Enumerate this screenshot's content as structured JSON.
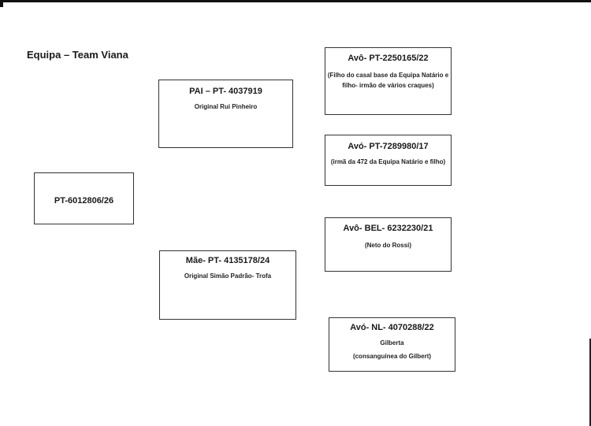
{
  "title": "Equipa – Team Viana",
  "nodes": {
    "subject": {
      "label": "PT-6012806/26"
    },
    "father": {
      "label": "PAI – PT- 4037919",
      "note": "Original Rui Pinheiro"
    },
    "mother": {
      "label": "Mãe- PT- 4135178/24",
      "note": "Original Simão Padrão- Trofa"
    },
    "grandparent_1": {
      "label": "Avô- PT-2250165/22",
      "note": "(Filho do casal base da Equipa Natário e filho- irmão de vários craques)"
    },
    "grandparent_2": {
      "label": "Avó- PT-7289980/17",
      "note": "(irmã da 472 da Equipa Natário e filho)"
    },
    "grandparent_3": {
      "label": "Avô- BEL- 6232230/21",
      "note": "(Neto do Rossi)"
    },
    "grandparent_4": {
      "label": "Avó- NL- 4070288/22",
      "note": "Gilberta",
      "note2": "(consanguínea do Gilbert)"
    }
  }
}
